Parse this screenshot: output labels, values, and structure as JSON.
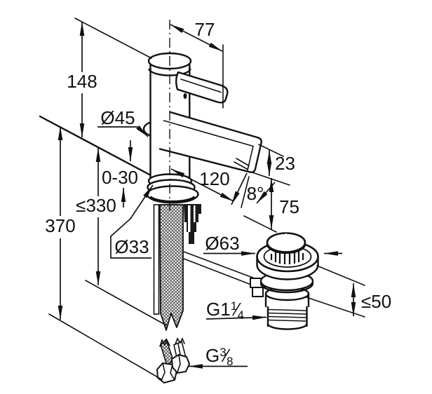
{
  "drawing": {
    "labels": {
      "handle_projection": "77",
      "handle_height": "148",
      "body_diameter": "Ø45",
      "deck_thickness": "0-30",
      "hose_length": "≤330",
      "total_depth": "370",
      "hole_diameter": "Ø33",
      "spout_reach": "120",
      "spout_end_height": "23",
      "spout_angle": "8°",
      "outlet_height": "75",
      "waste_flange_diameter": "Ø63",
      "basin_thickness": "≤50",
      "waste_thread": {
        "prefix": "G1",
        "numerator": "1",
        "slash": "⁄",
        "denominator": "4"
      },
      "supply_thread": {
        "prefix": "G",
        "numerator": "3",
        "slash": "⁄",
        "denominator": "8"
      }
    }
  }
}
